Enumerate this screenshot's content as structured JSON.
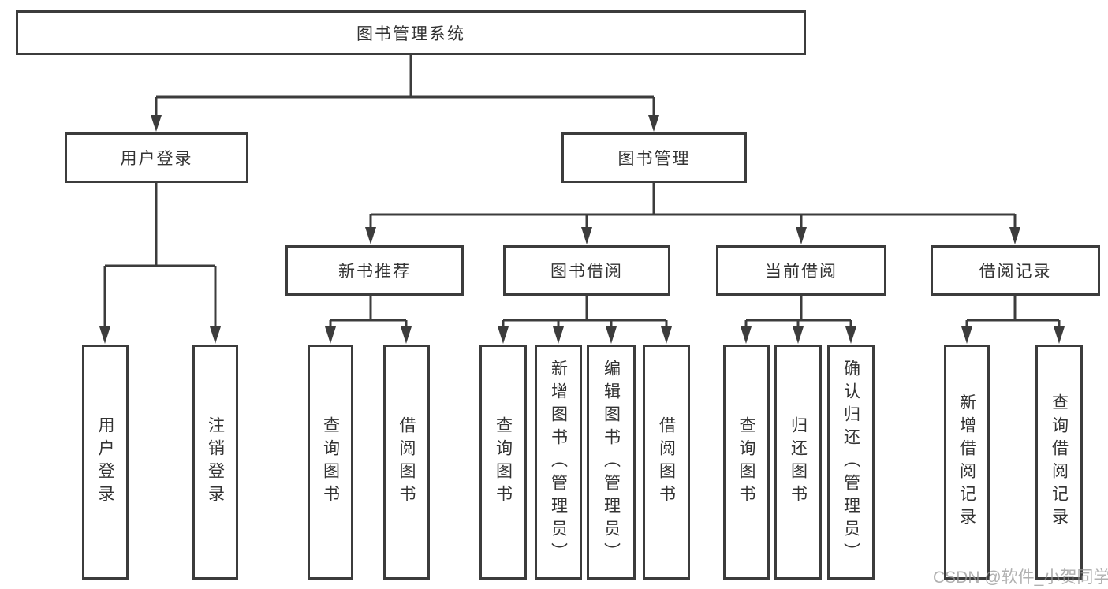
{
  "diagram": {
    "type": "tree",
    "orientation": "top-down",
    "tree": {
      "root": {
        "label": "图书管理系统"
      },
      "branches": [
        {
          "label": "用户登录",
          "children": [
            {
              "label": "用户登录"
            },
            {
              "label": "注销登录"
            }
          ]
        },
        {
          "label": "图书管理",
          "children": [
            {
              "label": "新书推荐",
              "children": [
                {
                  "label": "查询图书"
                },
                {
                  "label": "借阅图书"
                }
              ]
            },
            {
              "label": "图书借阅",
              "children": [
                {
                  "label": "查询图书"
                },
                {
                  "label": "新增图书（管理员）"
                },
                {
                  "label": "编辑图书（管理员）"
                },
                {
                  "label": "借阅图书"
                }
              ]
            },
            {
              "label": "当前借阅",
              "children": [
                {
                  "label": "查询图书"
                },
                {
                  "label": "归还图书"
                },
                {
                  "label": "确认归还（管理员）"
                }
              ]
            },
            {
              "label": "借阅记录",
              "children": [
                {
                  "label": "新增借阅记录"
                },
                {
                  "label": "查询借阅记录"
                }
              ]
            }
          ]
        }
      ]
    }
  },
  "watermark": {
    "text": "CSDN @软件_小贺同学"
  },
  "colors": {
    "background": "#ffffff",
    "line": "#3c3c3c",
    "box_border": "#3c3c3c",
    "text": "#333333",
    "watermark": "#969696"
  }
}
